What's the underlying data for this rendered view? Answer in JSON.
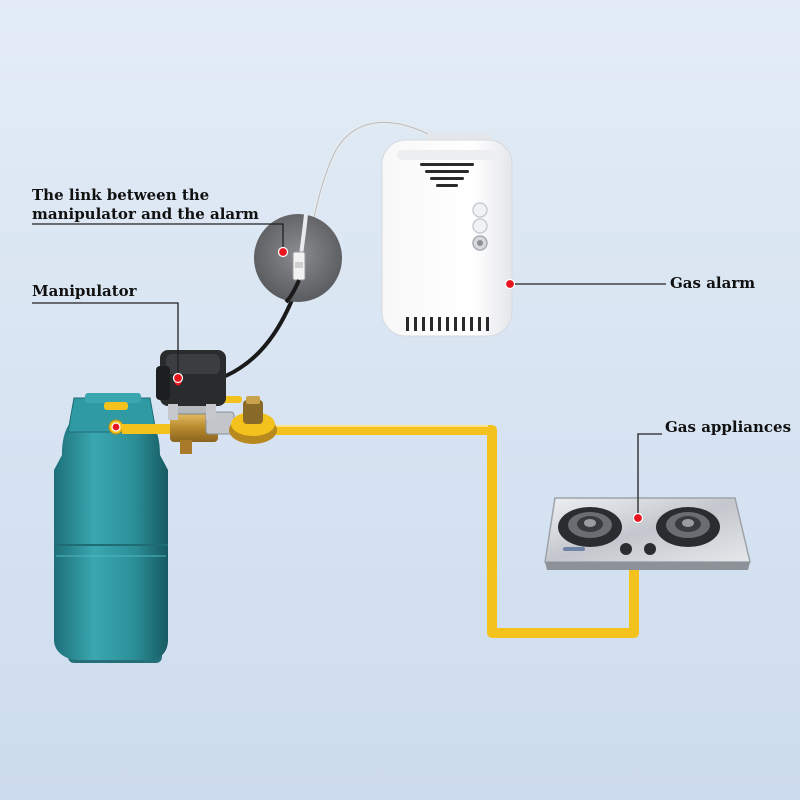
{
  "labels": {
    "link_line1": "The link between the",
    "link_line2": "manipulator and the alarm",
    "manipulator": "Manipulator",
    "gas_alarm": "Gas alarm",
    "gas_appliances": "Gas appliances"
  },
  "components": [
    {
      "name": "gas-alarm",
      "icon": "gas-detector-icon"
    },
    {
      "name": "manipulator",
      "icon": "valve-actuator-icon"
    },
    {
      "name": "gas-cylinder",
      "icon": "lpg-cylinder-icon"
    },
    {
      "name": "gas-stove",
      "icon": "two-burner-stove-icon"
    },
    {
      "name": "cable-connector",
      "icon": "wire-connector-icon"
    }
  ],
  "colors": {
    "background": "#d5e2f2",
    "gas_pipe": "#f4c21c",
    "marker": "#e8141e",
    "cylinder": "#2f9aa3",
    "leader_line": "#222222"
  }
}
